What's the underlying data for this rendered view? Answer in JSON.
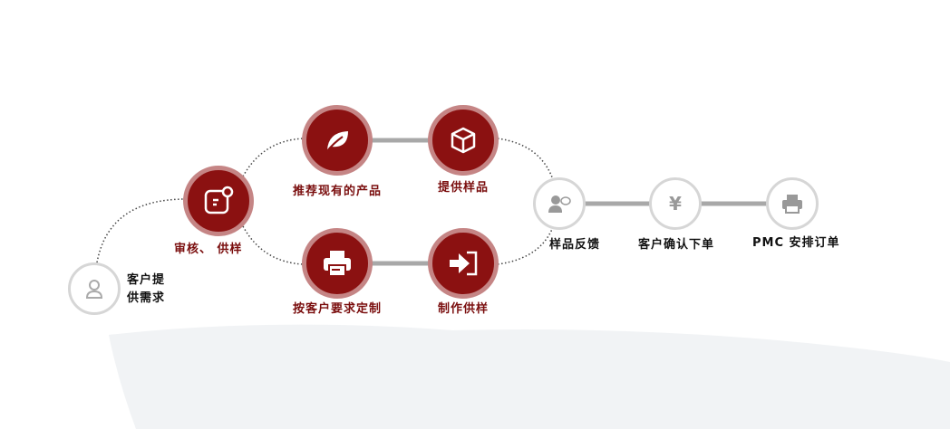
{
  "colors": {
    "primary": "#8b1111",
    "ring": "#c58585",
    "gray": "#d6d6d6",
    "connector": "#a8a8a8"
  },
  "steps": {
    "customer": {
      "label_line1": "客户提",
      "label_line2": "供需求",
      "icon": "user-icon"
    },
    "audit": {
      "label": "审核、 供样",
      "icon": "note-icon"
    },
    "recommend": {
      "label": "推荐现有的产品",
      "icon": "leaf-icon"
    },
    "provide": {
      "label": "提供样品",
      "icon": "cube-icon"
    },
    "custom": {
      "label": "按客户要求定制",
      "icon": "printer-icon"
    },
    "make": {
      "label": "制作供样",
      "icon": "enter-icon"
    },
    "feedback": {
      "label": "样品反馈",
      "icon": "user-chat-icon"
    },
    "confirm": {
      "label": "客户确认下单",
      "icon": "yen-icon",
      "glyph": "¥"
    },
    "pmc": {
      "label": "PMC 安排订单",
      "icon": "printer-icon"
    }
  }
}
